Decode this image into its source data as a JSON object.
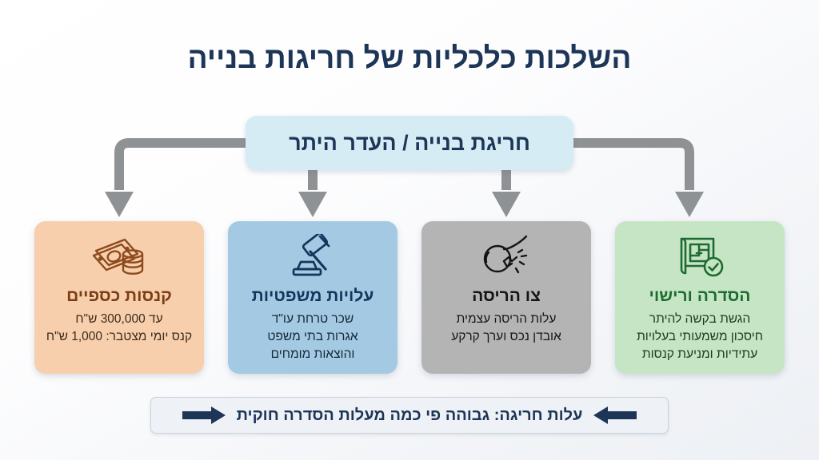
{
  "page": {
    "title": "השלכות כלכליות של חריגות בנייה",
    "background_color": "#f6f8fa",
    "title_color": "#1d3557"
  },
  "root": {
    "label": "חריגת בנייה / העדר היתר",
    "background_color": "#d6ecf5",
    "text_color": "#1d3557"
  },
  "connectors": {
    "color": "#8f9295",
    "icon": "elbow-arrow-down-icon"
  },
  "cards": [
    {
      "id": "fines",
      "icon": "money-cash-icon",
      "title": "קנסות כספיים",
      "lines": [
        "עד 300,000 ש\"ח",
        "קנס יומי מצטבר: 1,000 ש\"ח"
      ],
      "background_color": "#f8cfac",
      "title_color": "#7a3e16",
      "icon_color": "#8c4a1e"
    },
    {
      "id": "legal-costs",
      "icon": "gavel-icon",
      "title": "עלויות משפטיות",
      "lines": [
        "שכר טרחת עו\"ד",
        "אגרות בתי משפט",
        "והוצאות מומחים"
      ],
      "background_color": "#a3cae2",
      "title_color": "#14365c",
      "icon_color": "#15355c"
    },
    {
      "id": "demolition-order",
      "icon": "wrecking-ball-icon",
      "title": "צו הריסה",
      "lines": [
        "עלות הריסה עצמית",
        "אובדן נכס וערך קרקע"
      ],
      "background_color": "#b4b4b4",
      "title_color": "#141414",
      "icon_color": "#141414"
    },
    {
      "id": "regulation-licensing",
      "icon": "blueprint-approved-icon",
      "title": "הסדרה ורישוי",
      "lines": [
        "הגשת בקשה להיתר",
        "חיסכון משמעותי בעלויות",
        "עתידיות ומניעת קנסות"
      ],
      "background_color": "#c6e5c4",
      "title_color": "#1e6b32",
      "icon_color": "#1e6b32"
    }
  ],
  "footer": {
    "text": "עלות חריגה: גבוהה פי כמה מעלות הסדרה חוקית",
    "left_icon": "arrow-right-icon",
    "right_icon": "arrow-left-icon",
    "arrow_color": "#1d3557",
    "background_color": "#eef1f5"
  }
}
